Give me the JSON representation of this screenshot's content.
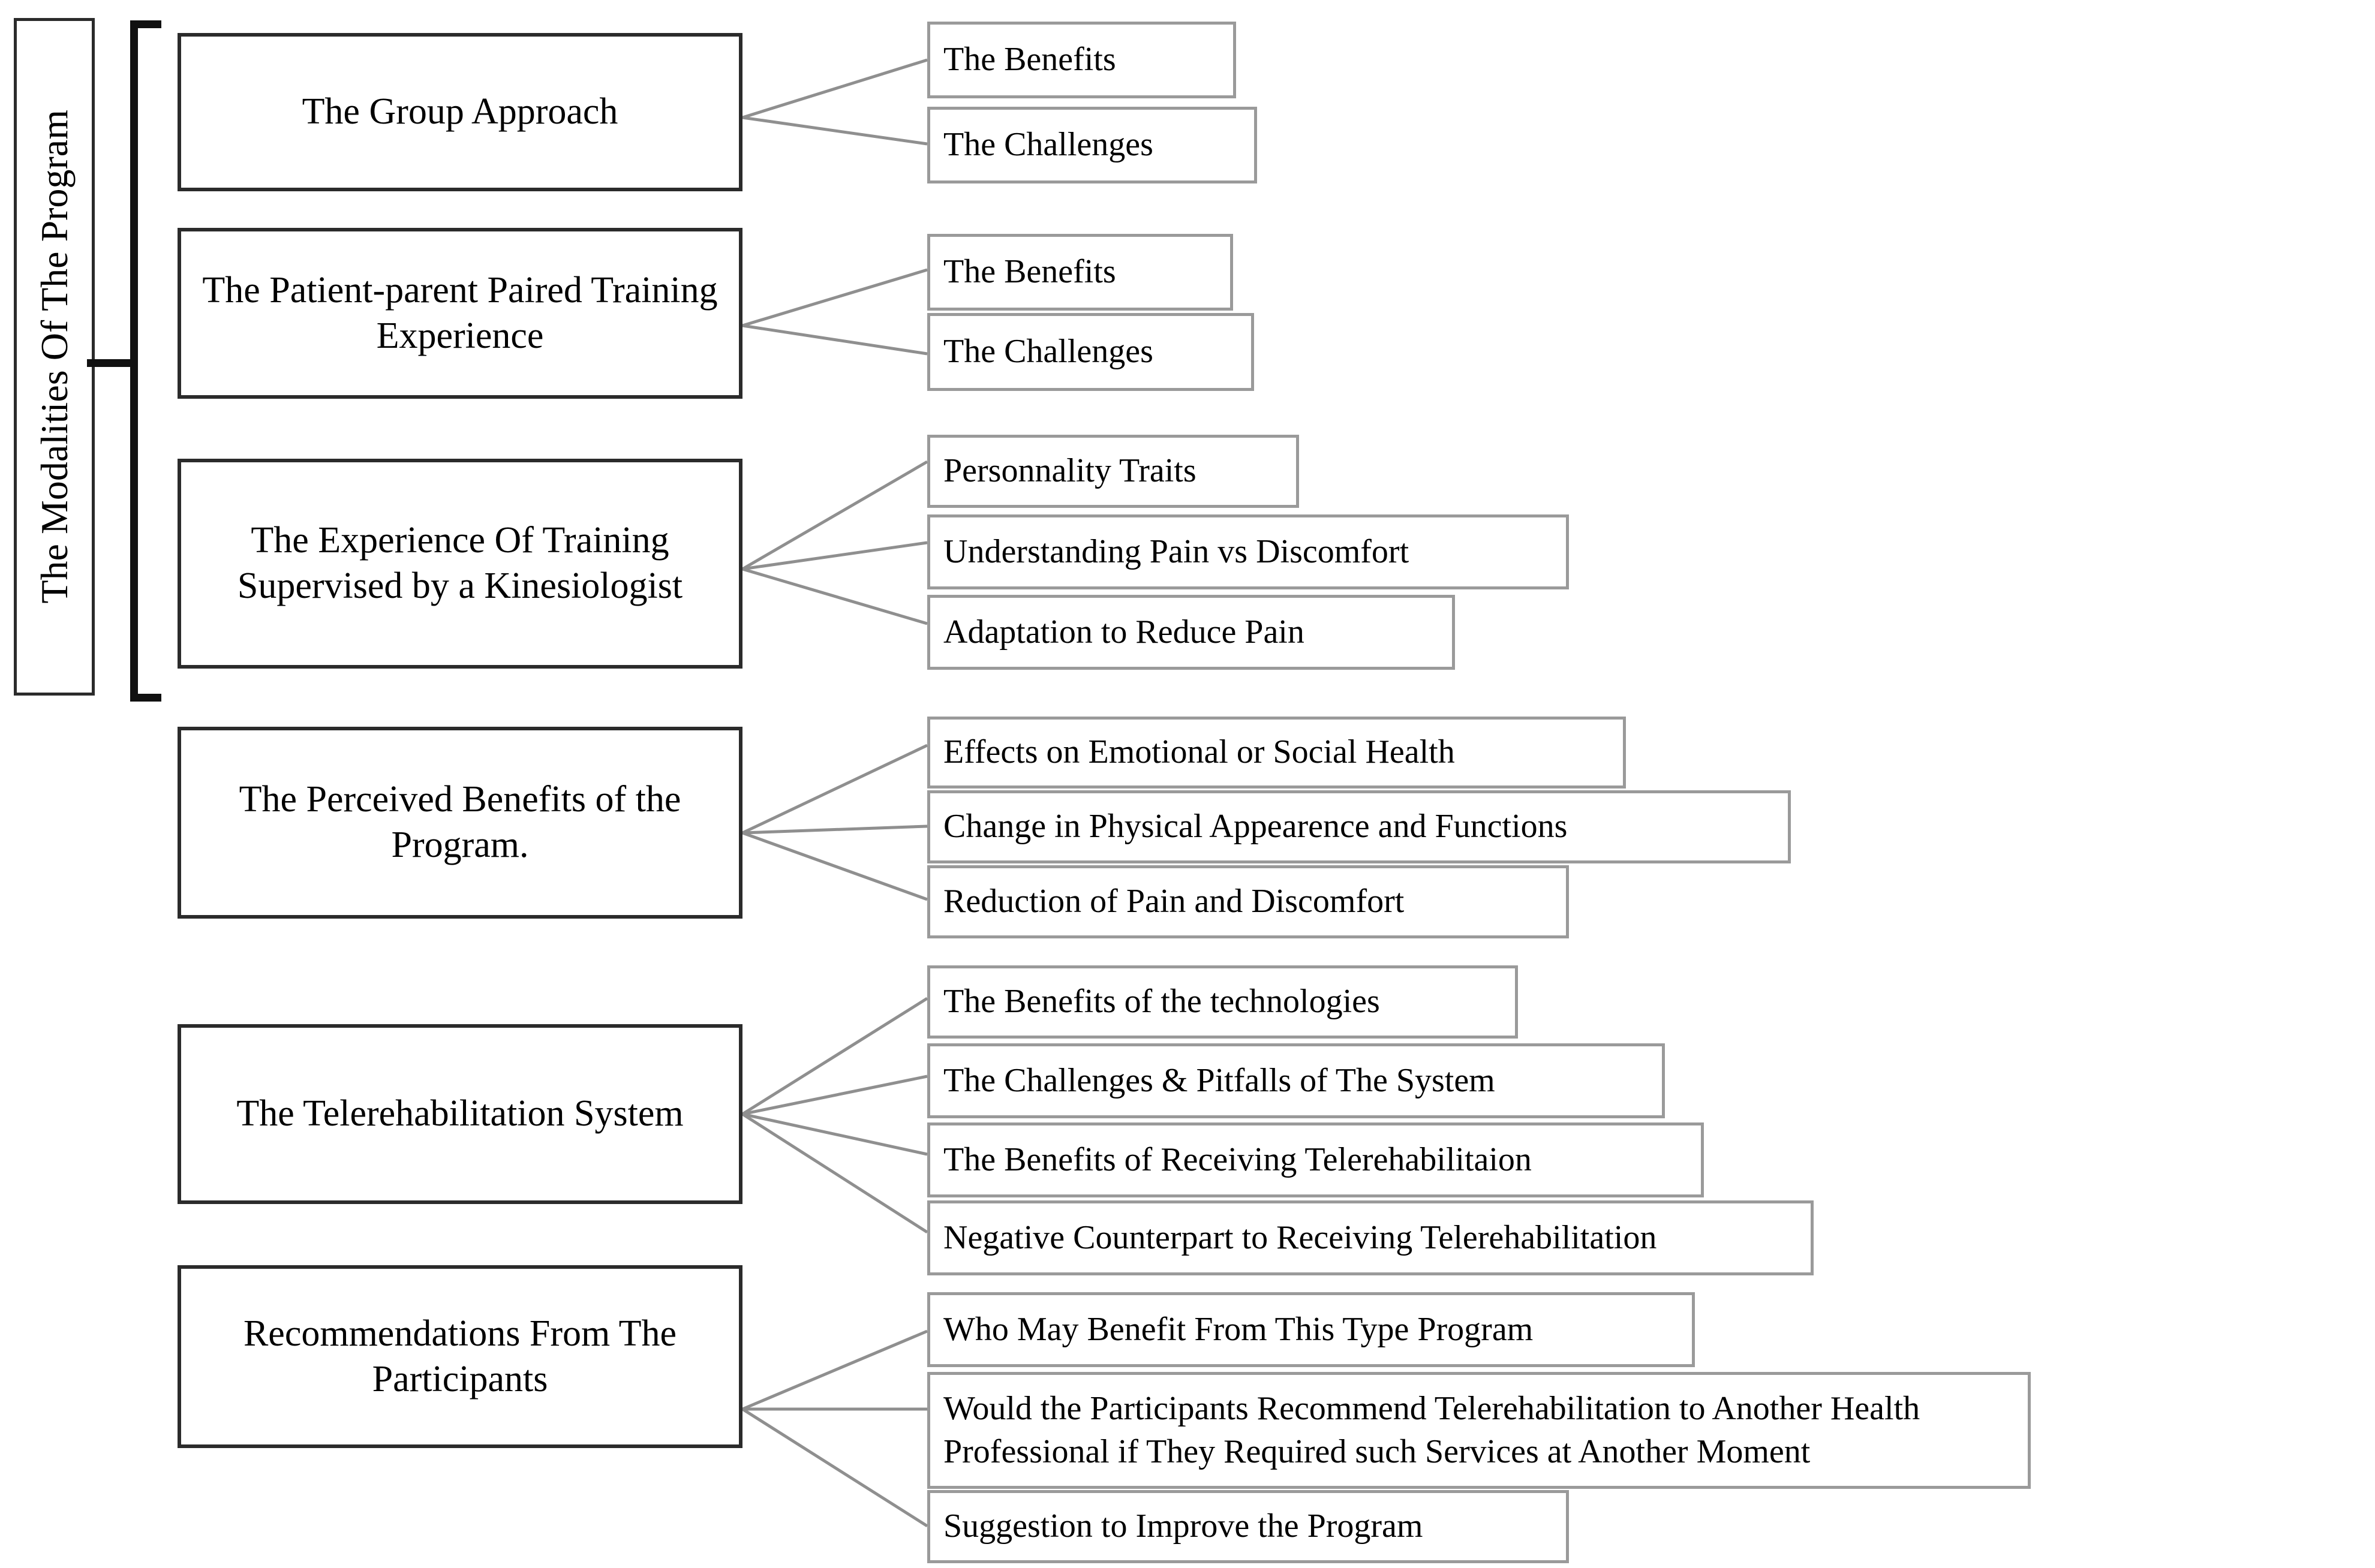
{
  "diagram": {
    "title": "The Modalities Of The Program",
    "root_label": "The Modalities Of The Program",
    "colors": {
      "main_box_border": "#2b2b2b",
      "sub_box_border": "#9a9a9a",
      "connector_line": "#8f8f8f",
      "text": "#000000",
      "background": "#ffffff",
      "bracket": "#111111"
    },
    "groups": [
      {
        "id": "group-approach",
        "label": "The Group Approach",
        "in_bracket": true,
        "children": [
          {
            "label": "The Benefits"
          },
          {
            "label": "The Challenges"
          }
        ]
      },
      {
        "id": "patient-parent-paired-training",
        "label": "The Patient-parent Paired Training Experience",
        "in_bracket": true,
        "children": [
          {
            "label": "The Benefits"
          },
          {
            "label": "The Challenges"
          }
        ]
      },
      {
        "id": "training-supervised-kinesiologist",
        "label": "The Experience Of Training Supervised by a Kinesiologist",
        "in_bracket": true,
        "children": [
          {
            "label": "Personnality Traits"
          },
          {
            "label": "Understanding Pain vs Discomfort"
          },
          {
            "label": "Adaptation to Reduce Pain"
          }
        ]
      },
      {
        "id": "perceived-benefits",
        "label": "The Perceived  Benefits of the Program.",
        "in_bracket": false,
        "children": [
          {
            "label": "Effects on Emotional or Social Health"
          },
          {
            "label": "Change in Physical Appearence and Functions"
          },
          {
            "label": "Reduction of Pain and Discomfort"
          }
        ]
      },
      {
        "id": "telerehabilitation-system",
        "label": "The Telerehabilitation System",
        "in_bracket": false,
        "children": [
          {
            "label": "The Benefits of the technologies"
          },
          {
            "label": "The Challenges & Pitfalls of The System"
          },
          {
            "label": "The Benefits of Receiving Telerehabilitaion"
          },
          {
            "label": "Negative Counterpart to Receiving Telerehabilitation"
          }
        ]
      },
      {
        "id": "recommendations-from-participants",
        "label": "Recommendations From The Participants",
        "in_bracket": false,
        "children": [
          {
            "label": "Who May Benefit From This Type Program"
          },
          {
            "label": "Would the Participants Recommend Telerehabilitation to Another Health Professional if They Required such Services at Another Moment"
          },
          {
            "label": "Suggestion to Improve the Program"
          }
        ]
      }
    ]
  }
}
